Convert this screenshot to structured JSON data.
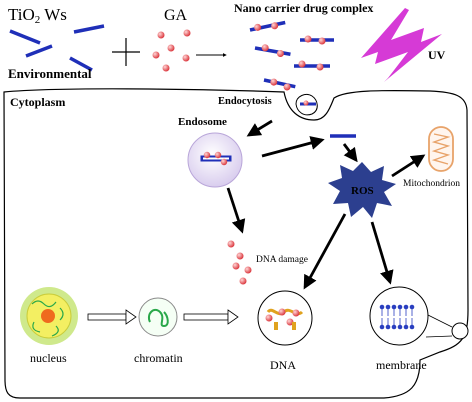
{
  "labels": {
    "tio2": "TiO",
    "tio2_sub": "2",
    "tio2_suffix": " Ws",
    "ga": "GA",
    "complex": "Nano carrier drug complex",
    "uv": "UV",
    "environmental": "Environmental",
    "cytoplasm": "Cytoplasm",
    "endocytosis": "Endocytosis",
    "endosome": "Endosome",
    "ros": "ROS",
    "mitochondrion": "Mitochondrion",
    "dna_damage": "DNA damage",
    "nucleus": "nucleus",
    "chromatin": "chromatin",
    "dna": "DNA",
    "membrane": "membrane"
  },
  "colors": {
    "whisker": "#1f2fb8",
    "nanoparticle": "#e2474b",
    "uv": "#d63ad6",
    "ros_fill": "#2c3f8f",
    "ros_text": "#e0204a",
    "endosome": "#ece6f6",
    "nucleus_core": "#ef6a1e",
    "nucleus_body": "#f3ef62",
    "nucleus_outer": "#cfe98c",
    "chromatin": "#2aa84a",
    "dna_orange": "#e0a21e",
    "membrane_head": "#2a3fc0",
    "mito": "#e8a36a"
  }
}
